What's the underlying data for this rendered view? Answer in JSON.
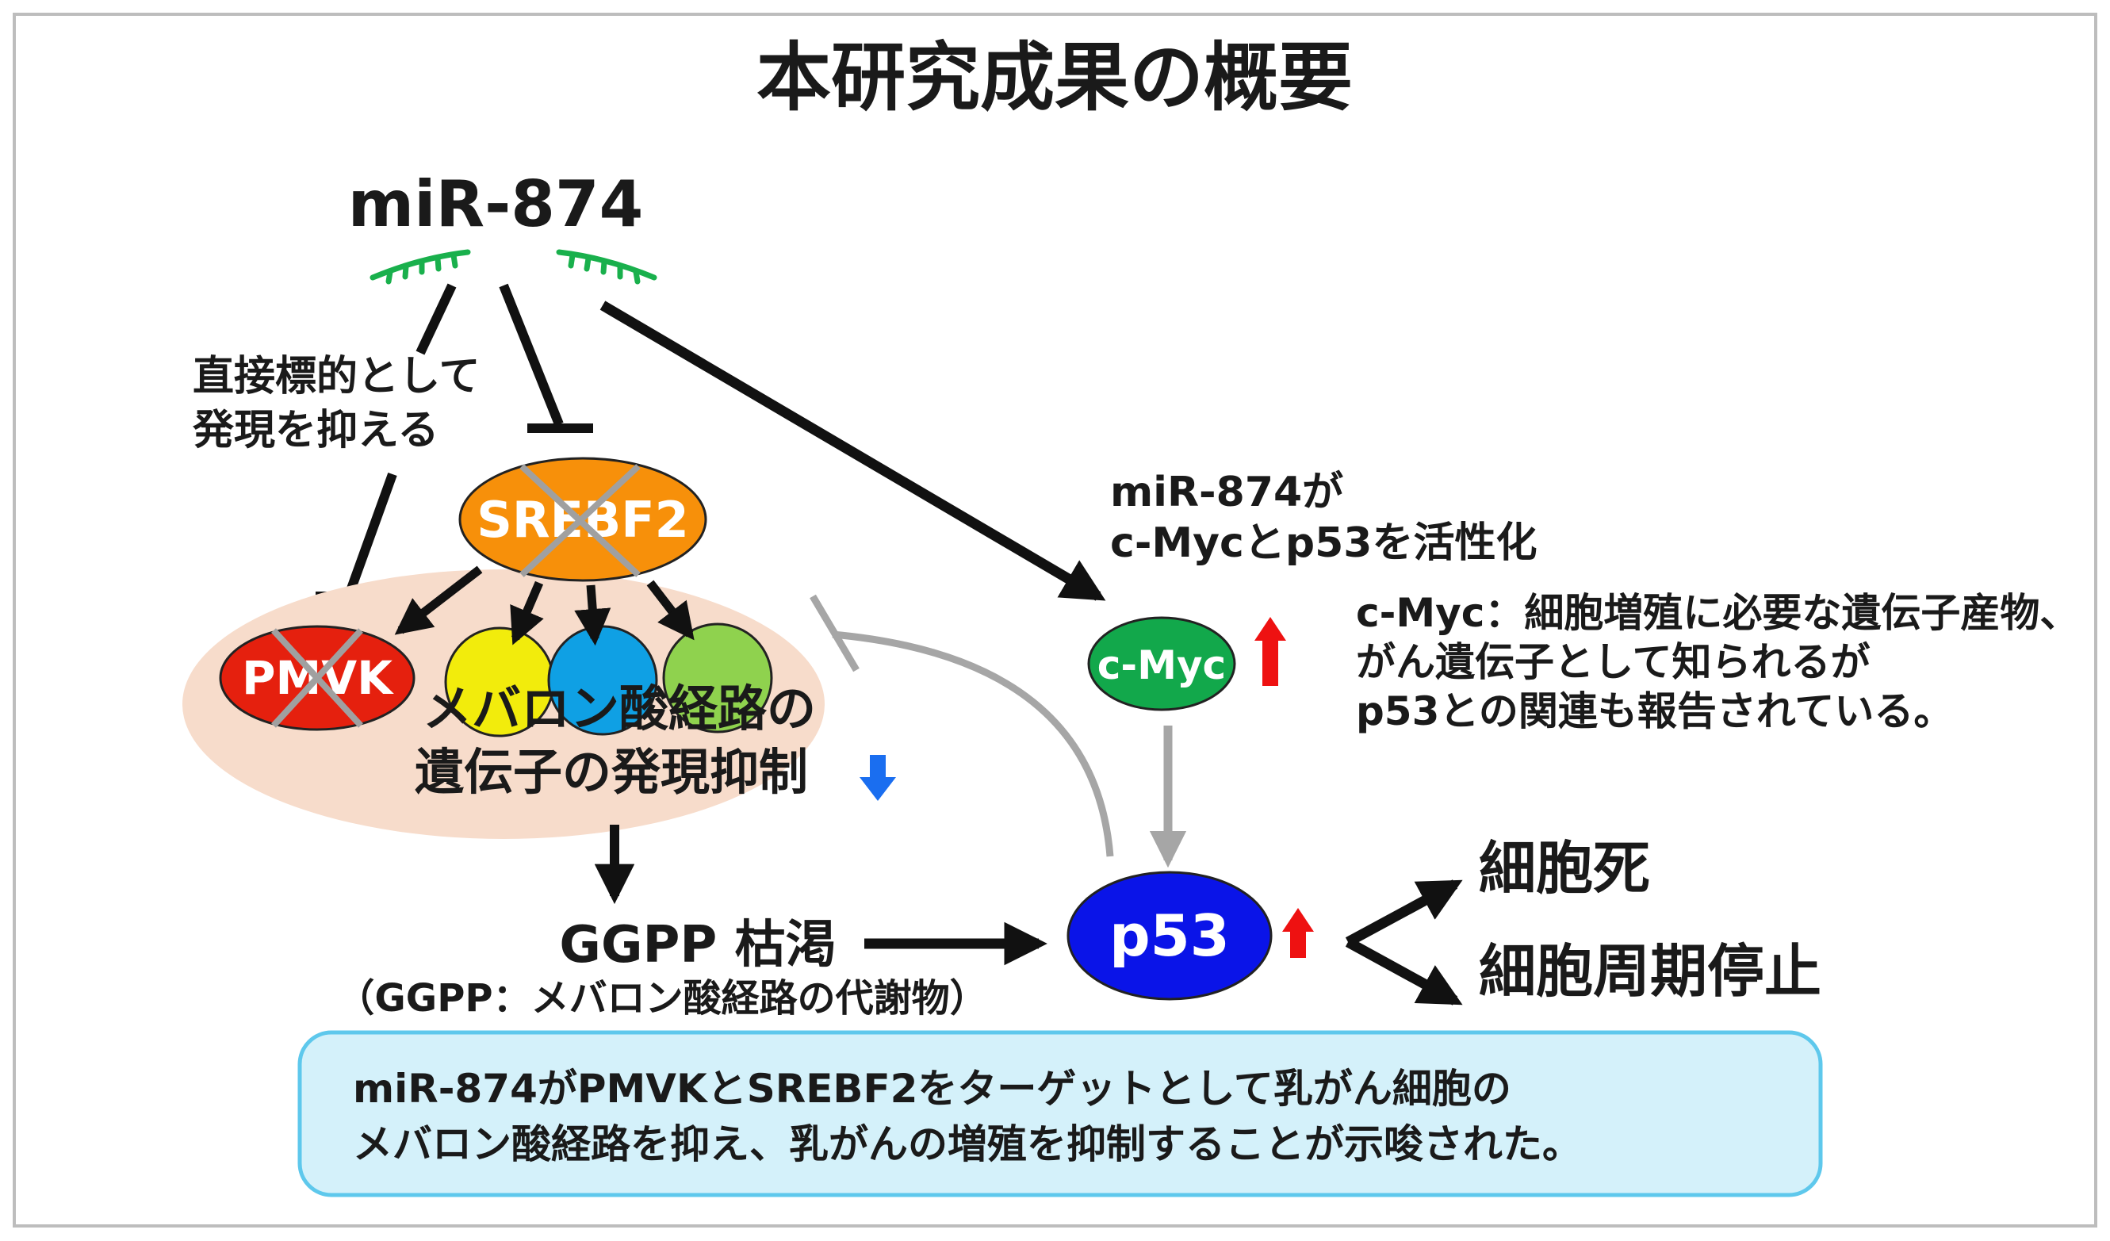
{
  "title": "本研究成果の概要",
  "mirna_label": "miR-874",
  "direct_target_note": [
    "直接標的として",
    "発現を抑える"
  ],
  "srebf2_label": "SREBF2",
  "pmvk_label": "PMVK",
  "mevalonate_note": [
    "メバロン酸経路の",
    "遺伝子の発現抑制"
  ],
  "ggpp_label": "GGPP 枯渇",
  "ggpp_note": "（GGPP：メバロン酸経路の代謝物）",
  "activation_note": [
    "miR-874が",
    "c-Mycとp53を活性化"
  ],
  "cmyc_label": "c-Myc",
  "cmyc_note": [
    "c-Myc：細胞増殖に必要な遺伝子産物、",
    "がん遺伝子として知られるが",
    "p53との関連も報告されている。"
  ],
  "p53_label": "p53",
  "outcomes": [
    "細胞死",
    "細胞周期停止"
  ],
  "summary": [
    "miR-874がPMVKとSREBF2をターゲットとして乳がん細胞の",
    "メバロン酸経路を抑え、乳がんの増殖を抑制することが示唆された。"
  ],
  "colors": {
    "srebf2": "#f7900a",
    "pmvk": "#e5200e",
    "gene_yellow": "#f2ec0c",
    "gene_blue": "#0fa0e4",
    "gene_green": "#8fd24e",
    "cmyc": "#12a84b",
    "p53": "#0a14e8",
    "pathway_bg": "#f7dccb",
    "summary_bg": "#d4f1fa",
    "summary_border": "#5ec8ec",
    "mirna_strand": "#19b04c",
    "up_arrow": "#ee1111",
    "down_arrow": "#1a6ef0"
  }
}
